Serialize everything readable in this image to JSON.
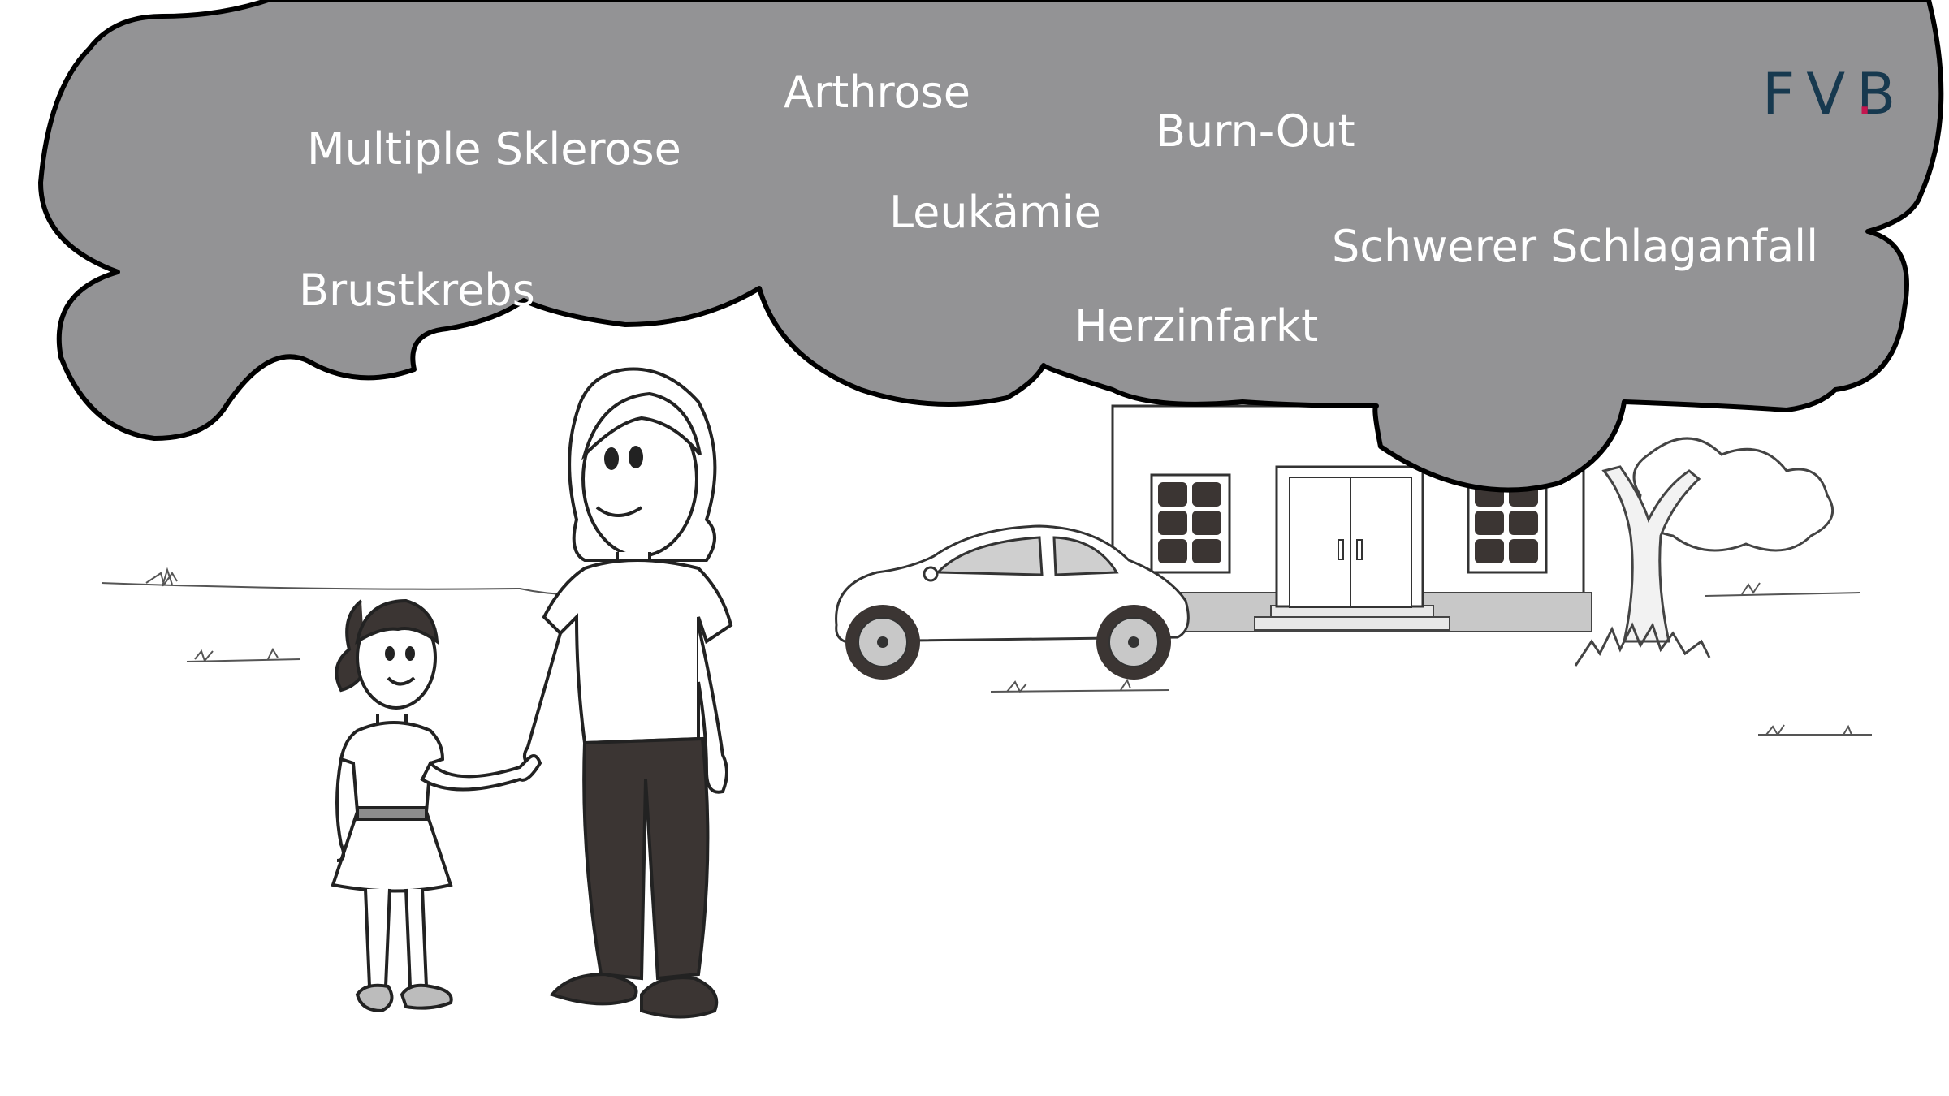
{
  "cloud": {
    "fill_color": "#939395",
    "illnesses": [
      "Arthrose",
      "Multiple Sklerose",
      "Burn-Out",
      "Leukämie",
      "Schwerer Schlaganfall",
      "Brustkrebs",
      "Herzinfarkt"
    ]
  },
  "logo": {
    "text": "FVB",
    "dot": ".",
    "text_color": "#17394f",
    "dot_color": "#c4164f"
  },
  "illustration": {
    "elements": [
      "mother",
      "daughter",
      "car",
      "house",
      "tree",
      "grass-line"
    ]
  }
}
